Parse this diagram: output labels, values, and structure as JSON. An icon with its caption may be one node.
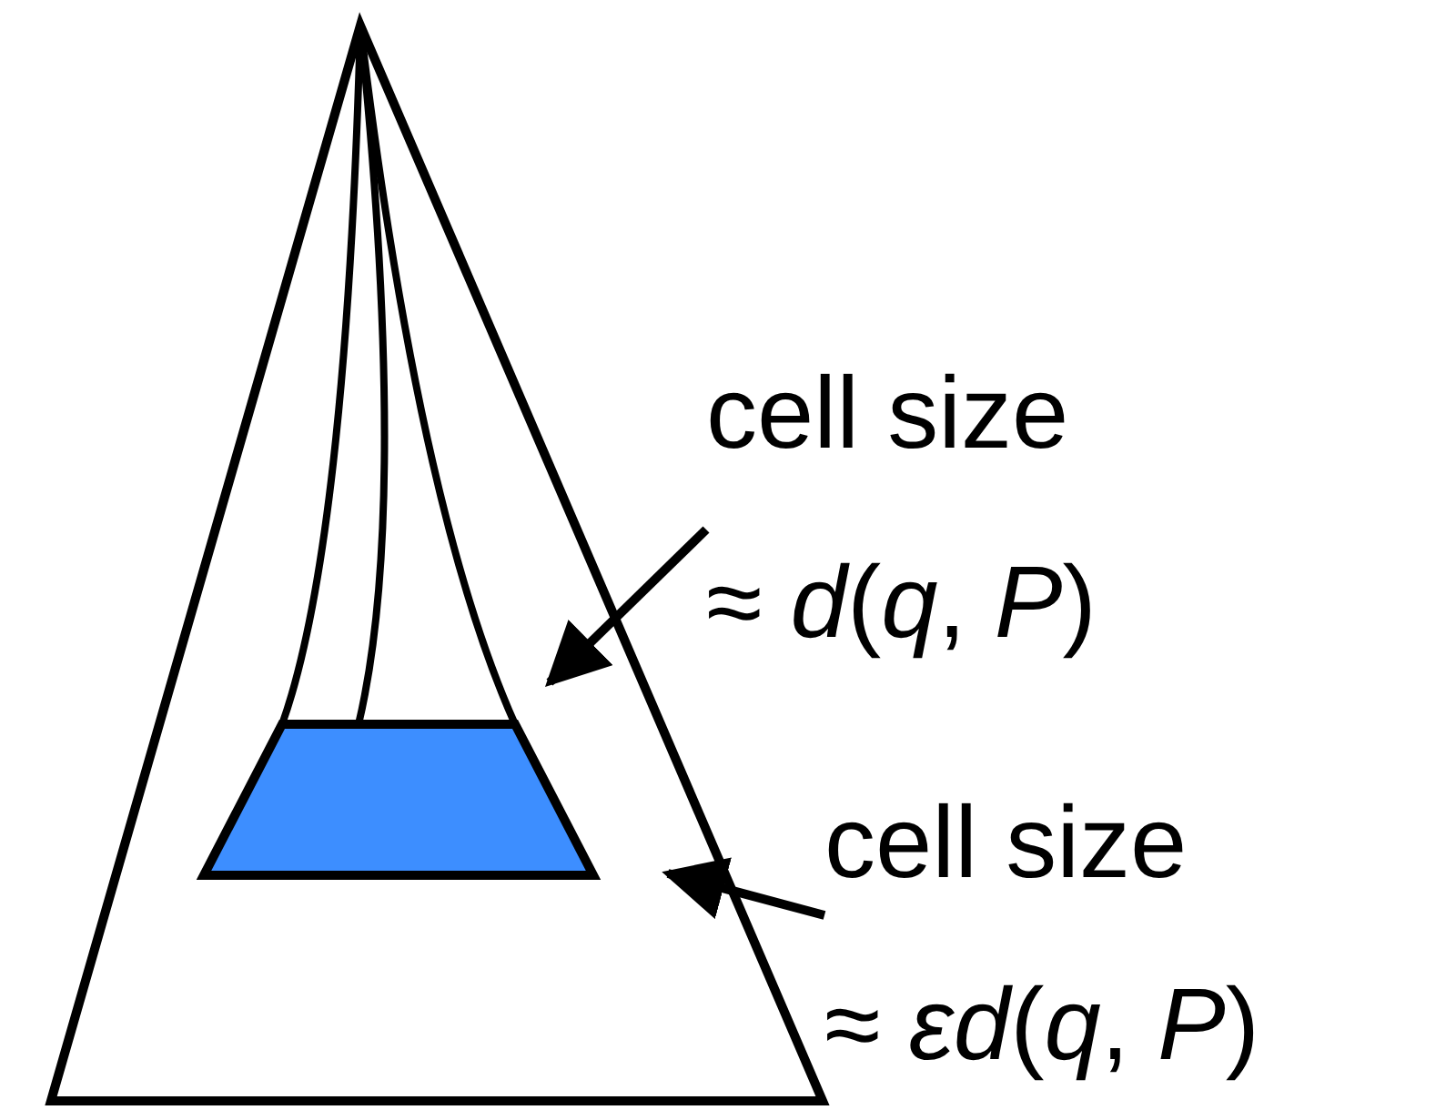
{
  "diagram": {
    "nodes": [
      {
        "text": [
          "cell size",
          "≈ *d*(*q*, *P*)"
        ]
      },
      {
        "text": [
          "cell size",
          "≈ *εd*(*q*, *P*)"
        ]
      }
    ],
    "edges": [
      {
        "from": 0,
        "to": null,
        "arrow": "to"
      },
      {
        "from": 1,
        "to": null,
        "arrow": "to"
      }
    ]
  }
}
